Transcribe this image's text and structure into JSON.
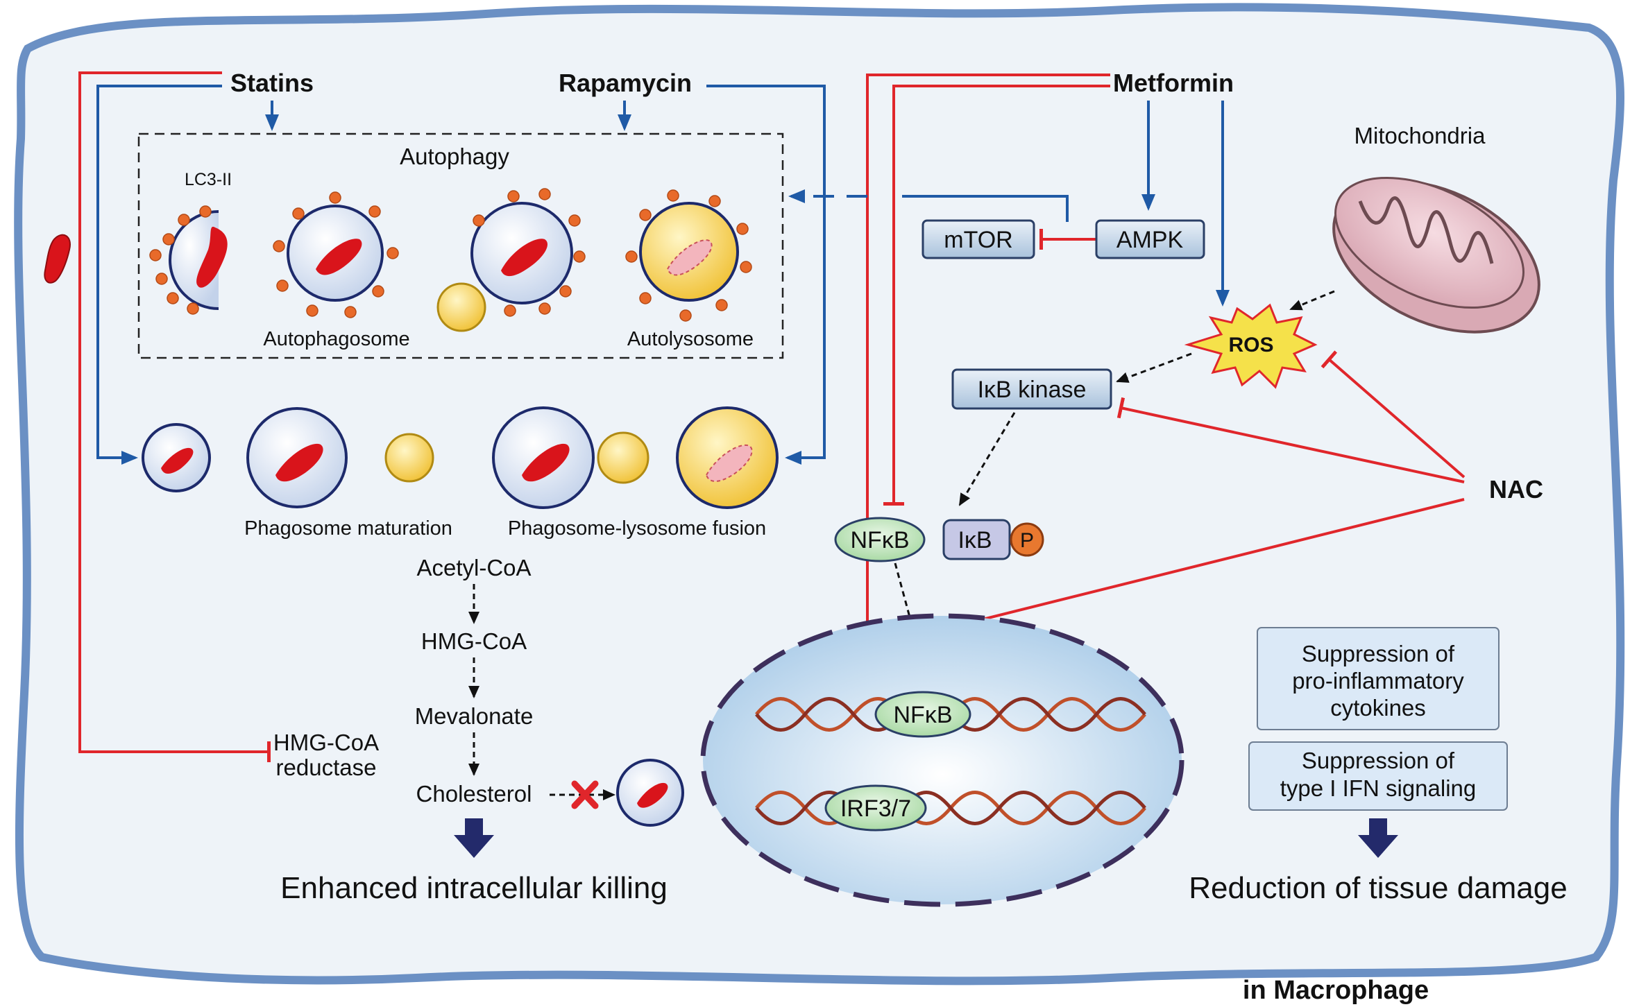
{
  "drugs": {
    "statins": "Statins",
    "rapamycin": "Rapamycin",
    "metformin": "Metformin",
    "nac": "NAC"
  },
  "autophagy": {
    "title": "Autophagy",
    "lc3": "LC3-II",
    "autophagosome": "Autophagosome",
    "autolysosome": "Autolysosome"
  },
  "phagosome": {
    "maturation": "Phagosome maturation",
    "fusion": "Phagosome-lysosome fusion"
  },
  "pathway": {
    "acetyl": "Acetyl-CoA",
    "hmg": "HMG-CoA",
    "mevalonate": "Mevalonate",
    "reductase_1": "HMG-CoA",
    "reductase_2": "reductase",
    "cholesterol": "Cholesterol"
  },
  "signaling": {
    "mtor": "mTOR",
    "ampk": "AMPK",
    "mitochondria": "Mitochondria",
    "ros": "ROS",
    "ikb_kinase": "IκB kinase",
    "nfkb": "NFκB",
    "ikb": "IκB",
    "p": "P",
    "nfkb_nucleus": "NFκB",
    "irf": "IRF3/7"
  },
  "outcomes": {
    "killing": "Enhanced intracellular killing",
    "cytokines_1": "Suppression of",
    "cytokines_2": "pro-inflammatory",
    "cytokines_3": "cytokines",
    "ifn_1": "Suppression of",
    "ifn_2": "type I IFN signaling",
    "tissue": "Reduction of tissue damage"
  },
  "footer": "in Macrophage",
  "colors": {
    "inhibit": "#e0262b",
    "activate": "#1f5aa6",
    "cell_border": "#6b90c4",
    "cell_fill": "#eef3f8",
    "bacterium": "#d9141b",
    "dot": "#e86a2a",
    "lysosome": "#f4c63a"
  }
}
